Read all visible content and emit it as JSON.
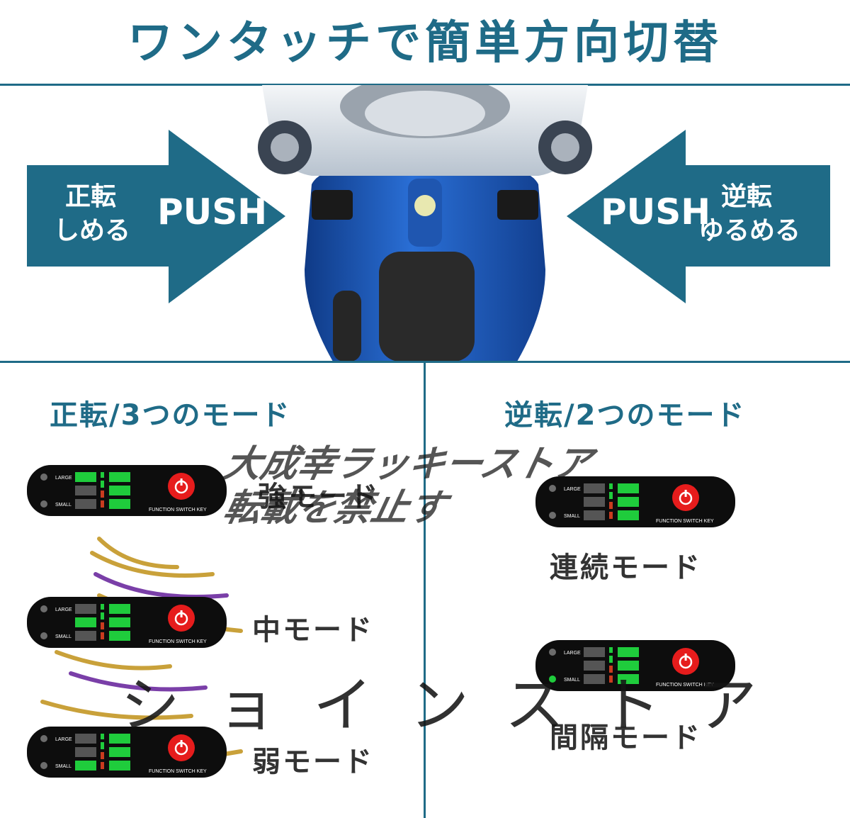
{
  "header": {
    "title": "ワンタッチで簡単方向切替"
  },
  "arrows": {
    "forward": {
      "line1": "正転",
      "line2": "しめる",
      "push": "PUSH"
    },
    "reverse": {
      "line1": "逆転",
      "line2": "ゆるめる",
      "push": "PUSH"
    }
  },
  "left_section": {
    "title": "正転/3つのモード",
    "modes": [
      {
        "label": "強モード"
      },
      {
        "label": "中モード"
      },
      {
        "label": "弱モード"
      }
    ]
  },
  "right_section": {
    "title": "逆転/2つのモード",
    "modes": [
      {
        "label": "連続モード"
      },
      {
        "label": "間隔モード"
      }
    ]
  },
  "panel_text": {
    "large": "LARGE",
    "small": "SMALL",
    "function_key": "FUNCTION SWITCH KEY"
  },
  "watermarks": {
    "store_line1": "大成幸ラッキーストア",
    "store_line2": "転載を禁止す",
    "store2": "ショインストア"
  },
  "colors": {
    "accent": "#1f6b87",
    "arrow": "#1f6b87",
    "tool_blue": "#1d57b8",
    "power_red": "#e61c1c",
    "indicator_green": "#1fcc3c"
  }
}
